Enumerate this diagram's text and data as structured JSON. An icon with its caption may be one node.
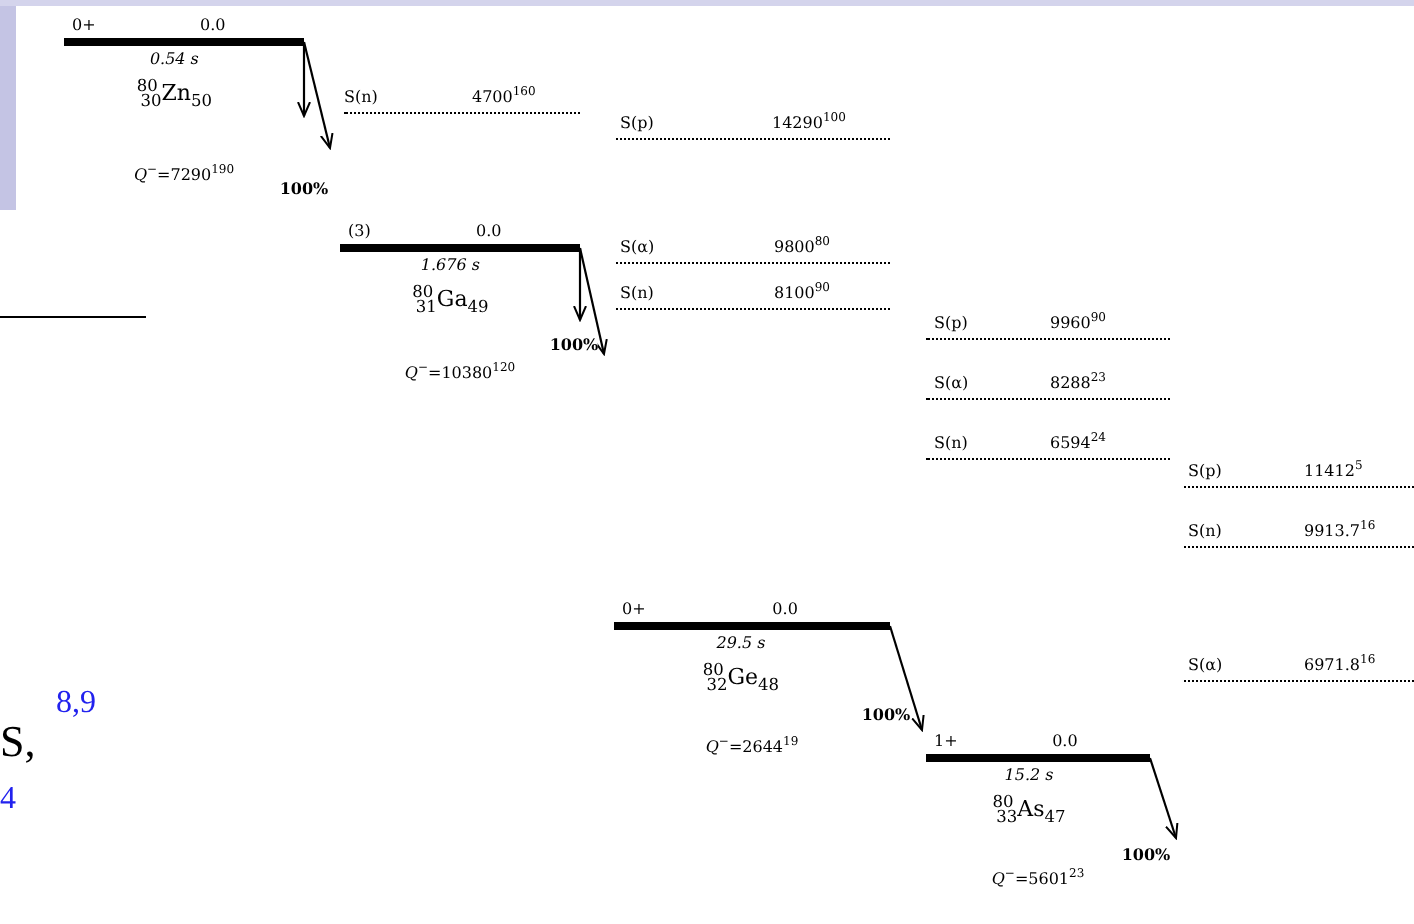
{
  "diagram": {
    "nodes": [
      {
        "text": [
          "0+",
          "0.0",
          "0.54 s",
          "$^{80}$$_{30}$Zn$_{50}$",
          "*Q*$^{−}$=7290$^{190}$"
        ]
      },
      {
        "text": [
          "(3)",
          "0.0",
          "1.676 s",
          "$^{80}$$_{31}$Ga$_{49}$",
          "*Q*$^{−}$=10380$^{120}$"
        ]
      },
      {
        "text": [
          "0+",
          "0.0",
          "29.5 s",
          "$^{80}$$_{32}$Ge$_{48}$",
          "*Q*$^{−}$=2644$^{19}$"
        ]
      },
      {
        "text": [
          "1+",
          "0.0",
          "15.2 s",
          "$^{80}$$_{33}$As$_{47}$",
          "*Q*$^{−}$=5601$^{23}$"
        ]
      }
    ],
    "edges": [
      {
        "from": 0,
        "to": null,
        "arrow": "to"
      },
      {
        "from": 0,
        "to": null,
        "arrow": "to",
        "label": "100%"
      },
      {
        "from": 1,
        "to": null,
        "arrow": "to"
      },
      {
        "from": 1,
        "to": null,
        "arrow": "to",
        "label": "100%"
      },
      {
        "from": 2,
        "to": 3,
        "arrow": "to",
        "label": "100%"
      },
      {
        "from": 3,
        "to": null,
        "arrow": "to",
        "label": "100%"
      }
    ],
    "labels": [
      "S(n)",
      "4700$^{160}$",
      "S(p)",
      "14290$^{100}$",
      "S(α)",
      "9800$^{80}$",
      "S(n)",
      "8100$^{90}$",
      "S(p)",
      "9960$^{90}$",
      "S(α)",
      "8288$^{23}$",
      "S(n)",
      "6594$^{24}$",
      "S(p)",
      "11412$^{5}$",
      "S(n)",
      "9913.7$^{16}$",
      "S(α)",
      "6971.8$^{16}$",
      "S,",
      "8,9",
      "4"
    ]
  }
}
